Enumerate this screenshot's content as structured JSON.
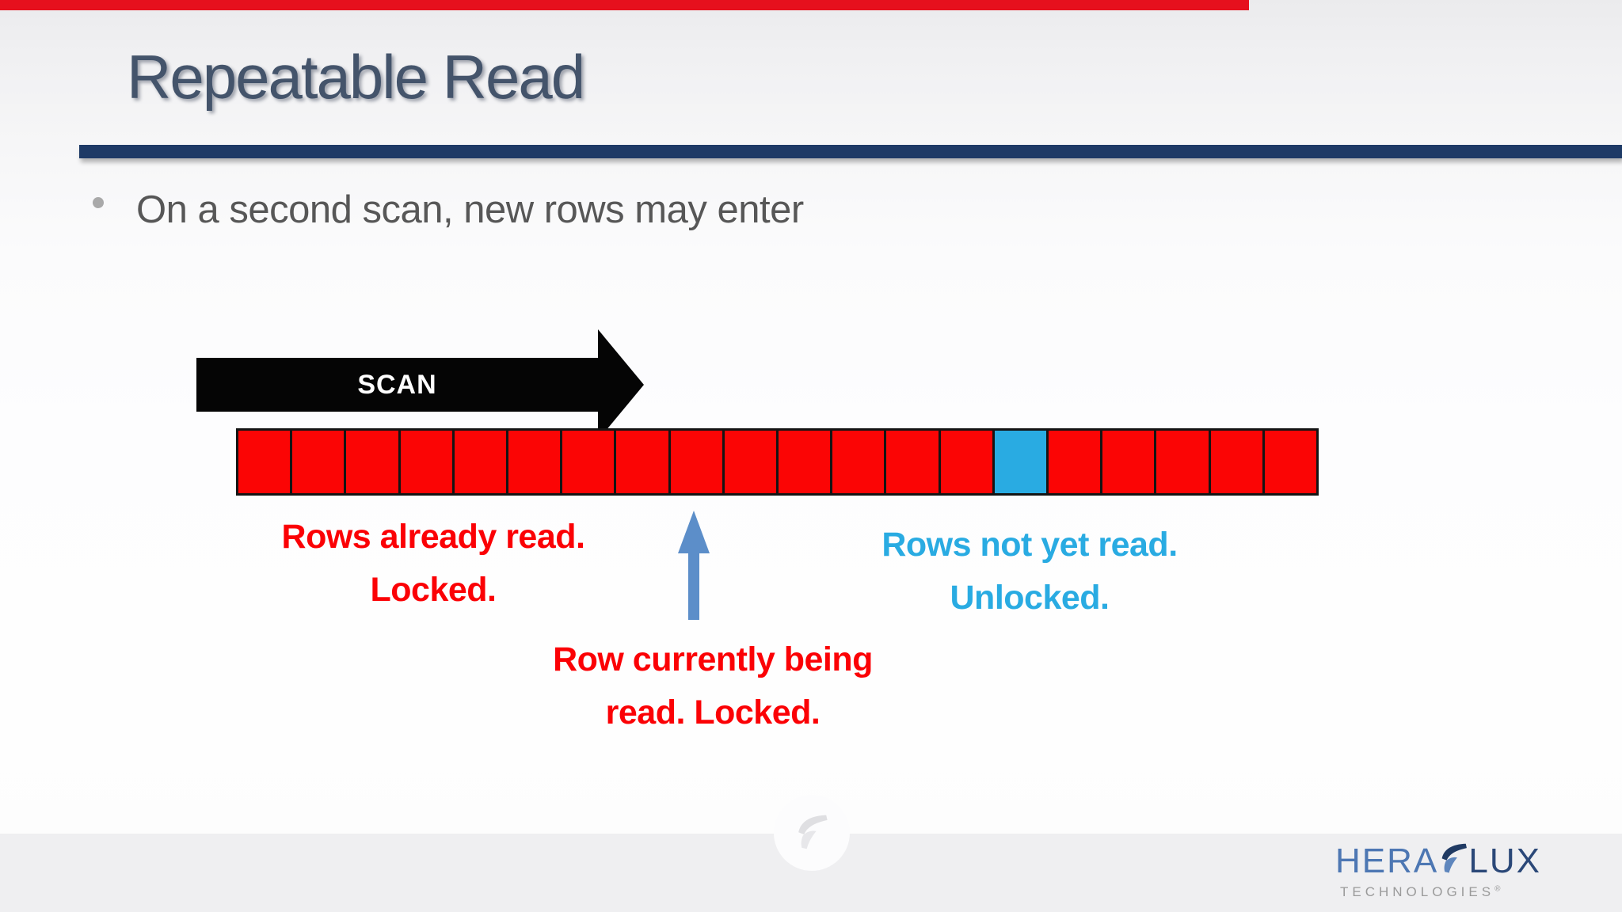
{
  "video_player": {
    "progress_bar": {
      "color": "#e6101d",
      "progress_percent": 77
    }
  },
  "slide": {
    "title": "Repeatable Read",
    "bullet_text": "On a second scan, new rows may enter",
    "scan_arrow": {
      "label": "SCAN",
      "color": "#050505",
      "text_color": "#ffffff"
    },
    "row_bar": {
      "cell_count": 20,
      "new_unread_cell_index": 14,
      "locked_color": "#fb0505",
      "unlocked_color": "#29abe2",
      "border_color": "#141414"
    },
    "pointer_arrow": {
      "color": "#5c8ec9",
      "points_to_cell_index": 8
    },
    "callouts": {
      "locked": {
        "line1": "Rows already read.",
        "line2": "Locked.",
        "color": "#fb0105"
      },
      "unlocked": {
        "line1": "Rows not yet read.",
        "line2": "Unlocked.",
        "color": "#29abe2"
      },
      "current": {
        "line1": "Row currently being",
        "line2": "read. Locked.",
        "color": "#fb0105"
      }
    },
    "colors": {
      "title": "#44546b",
      "divider": "#1e3a66",
      "body_text": "#575757",
      "background_top": "#ebebed",
      "background_bottom_band": "#efeff1"
    }
  },
  "footer": {
    "watermark_icon": "heraflux-f-mark",
    "logo": {
      "word_part1": "HERA",
      "word_part2": "LUX",
      "subtitle": "TECHNOLOGIES",
      "registered_mark": "®",
      "part1_color": "#4d77b3",
      "part2_color": "#2b4878",
      "subtitle_color": "#9a9a9a"
    }
  }
}
